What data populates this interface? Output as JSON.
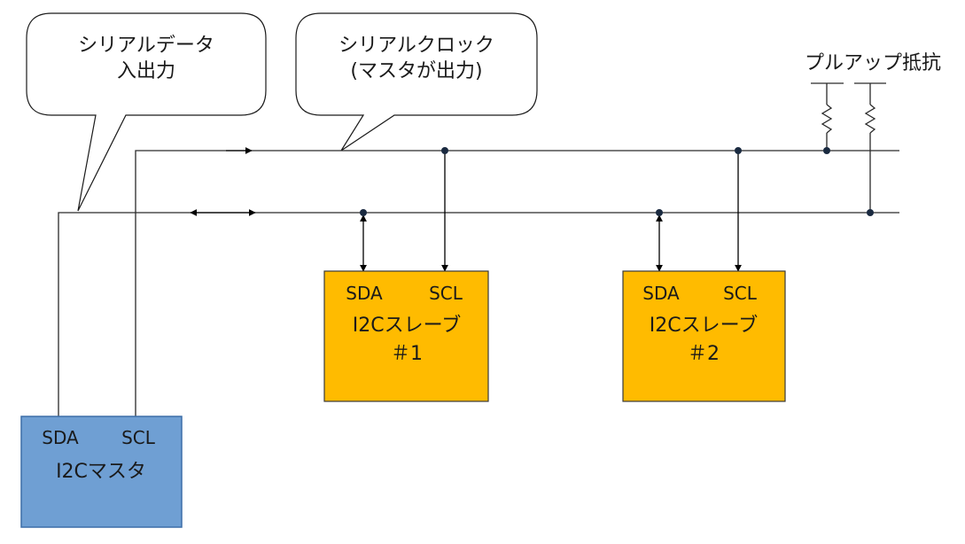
{
  "callouts": {
    "sda_line1": "シリアルデータ",
    "sda_line2": "入出力",
    "scl_line1": "シリアルクロック",
    "scl_line2": "(マスタが出力)"
  },
  "pullup_label": "プルアップ抵抗",
  "master": {
    "sda": "SDA",
    "scl": "SCL",
    "name": "I2Cマスタ",
    "color": "#6f9fd3"
  },
  "slave1": {
    "sda": "SDA",
    "scl": "SCL",
    "name": "I2Cスレーブ",
    "number": "＃1",
    "color": "#ffbb00"
  },
  "slave2": {
    "sda": "SDA",
    "scl": "SCL",
    "name": "I2Cスレーブ",
    "number": "＃2",
    "color": "#ffbb00"
  }
}
